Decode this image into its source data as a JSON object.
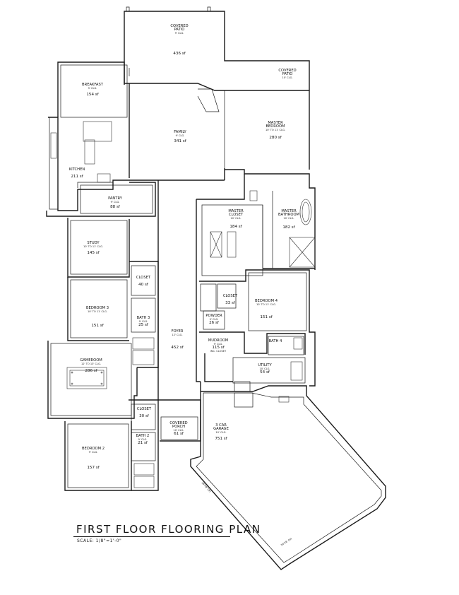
{
  "plan_title": "FIRST FLOOR FLOORING PLAN",
  "scale_text": "SCALE: 1/8\"=1'-0\"",
  "note_text": "",
  "rooms": {
    "covered_patio_top": {
      "name": "COVERED\nPATIO",
      "size": "9' CLG.",
      "area": "436 sf"
    },
    "covered_patio_right": {
      "name": "COVERED\nPATIO",
      "size": "10' CLG.",
      "area": ""
    },
    "breakfast": {
      "name": "BREAKFAST",
      "size": "9' CLG.",
      "area": "154 sf"
    },
    "family": {
      "name": "FAMILY",
      "size": "9' CLG.",
      "area": "341 sf"
    },
    "master_bedroom": {
      "name": "MASTER\nBEDROOM",
      "size": "10' TO 11' CLG.",
      "area": "280 sf"
    },
    "kitchen": {
      "name": "KITCHEN",
      "size": "",
      "area": "211 sf"
    },
    "pantry": {
      "name": "PANTRY",
      "size": "9' CLG.",
      "area": "88 sf"
    },
    "master_closet": {
      "name": "MASTER\nCLOSET",
      "size": "10' CLG.",
      "area": "184 sf"
    },
    "master_bathroom": {
      "name": "MASTER\nBATHROOM",
      "size": "10' CLG.",
      "area": "182 sf"
    },
    "study": {
      "name": "STUDY",
      "size": "10' TO 11' CLG.",
      "area": "145 sf"
    },
    "closet_1": {
      "name": "CLOSET",
      "size": "",
      "area": "40 sf"
    },
    "bedroom_3": {
      "name": "BEDROOM 3",
      "size": "10' TO 11' CLG.",
      "area": "151 sf"
    },
    "bath_3": {
      "name": "BATH 3",
      "size": "9' CLG.",
      "area": "25 sf"
    },
    "foyer": {
      "name": "FOYER",
      "size": "12' CLG.",
      "area": "452 sf"
    },
    "closet_2": {
      "name": "CLOSET",
      "size": "",
      "area": "33 sf"
    },
    "powder": {
      "name": "POWDER",
      "size": "9' CLG.",
      "area": "26 sf"
    },
    "bedroom_4": {
      "name": "BEDROOM 4",
      "size": "10' TO 11' CLG.",
      "area": "151 sf"
    },
    "mudroom": {
      "name": "MUDROOM",
      "size": "9' CLG.",
      "area": "115 sf\nINC. CLOSET"
    },
    "bath_4": {
      "name": "BATH 4",
      "size": "",
      "area": ""
    },
    "utility": {
      "name": "UTILITY",
      "size": "10' CLG.",
      "area": "54 sf"
    },
    "gameroom": {
      "name": "GAMEROOM",
      "size": "12' TO 13' CLG.",
      "area": "286 sf"
    },
    "closet_3": {
      "name": "CLOSET",
      "size": "",
      "area": "30 sf"
    },
    "covered_porch": {
      "name": "COVERED\nPORCH",
      "size": "10' CLG.",
      "area": "61 sf"
    },
    "garage": {
      "name": "3 CAR\nGARAGE",
      "size": "10' CLG.",
      "area": "751 sf"
    },
    "bath_2": {
      "name": "BATH 2",
      "size": "9' CLG.",
      "area": "21 sf"
    },
    "bedroom_2": {
      "name": "BEDROOM 2",
      "size": "9' CLG.",
      "area": "157 sf"
    }
  },
  "door_labels": {
    "garage_door_1": "16'X8' OH",
    "garage_door_2": "16'X8' OH"
  },
  "misc": {
    "closet_area_small": "33 sf"
  }
}
